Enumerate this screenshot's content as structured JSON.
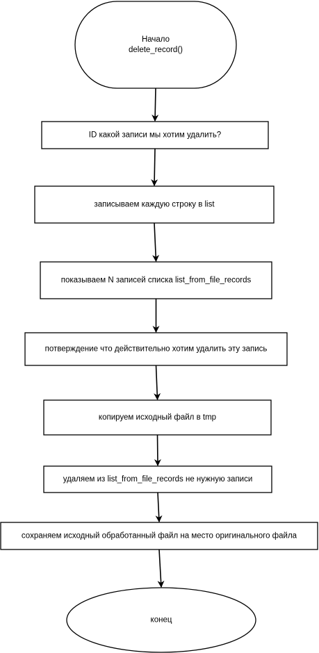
{
  "diagram": {
    "nodes": [
      {
        "id": "start",
        "shape": "terminator",
        "lines": [
          "Начало",
          "delete_record()"
        ]
      },
      {
        "id": "ask-id",
        "shape": "process",
        "lines": [
          "ID какой записи мы хотим удалить?"
        ]
      },
      {
        "id": "write-lines",
        "shape": "process",
        "lines": [
          "записываем каждую строку в list"
        ]
      },
      {
        "id": "show-records",
        "shape": "process",
        "lines": [
          "показываем N записей списка list_from_file_records"
        ]
      },
      {
        "id": "confirm",
        "shape": "process",
        "lines": [
          "потверждение что действительно хотим удалить эту запись"
        ]
      },
      {
        "id": "copy-tmp",
        "shape": "process",
        "lines": [
          "копируем исходный файл в tmp"
        ]
      },
      {
        "id": "remove-records",
        "shape": "process",
        "lines": [
          "удаляем из list_from_file_records не нужную записи"
        ]
      },
      {
        "id": "save-file",
        "shape": "process",
        "lines": [
          "сохраняем исходный обработанный файл на место оригинального файла"
        ]
      },
      {
        "id": "end",
        "shape": "ellipse",
        "lines": [
          "конец"
        ]
      }
    ],
    "edges": [
      {
        "from": "start",
        "to": "ask-id"
      },
      {
        "from": "ask-id",
        "to": "write-lines"
      },
      {
        "from": "write-lines",
        "to": "show-records"
      },
      {
        "from": "show-records",
        "to": "confirm"
      },
      {
        "from": "confirm",
        "to": "copy-tmp"
      },
      {
        "from": "copy-tmp",
        "to": "remove-records"
      },
      {
        "from": "remove-records",
        "to": "save-file"
      },
      {
        "from": "save-file",
        "to": "end"
      }
    ]
  }
}
